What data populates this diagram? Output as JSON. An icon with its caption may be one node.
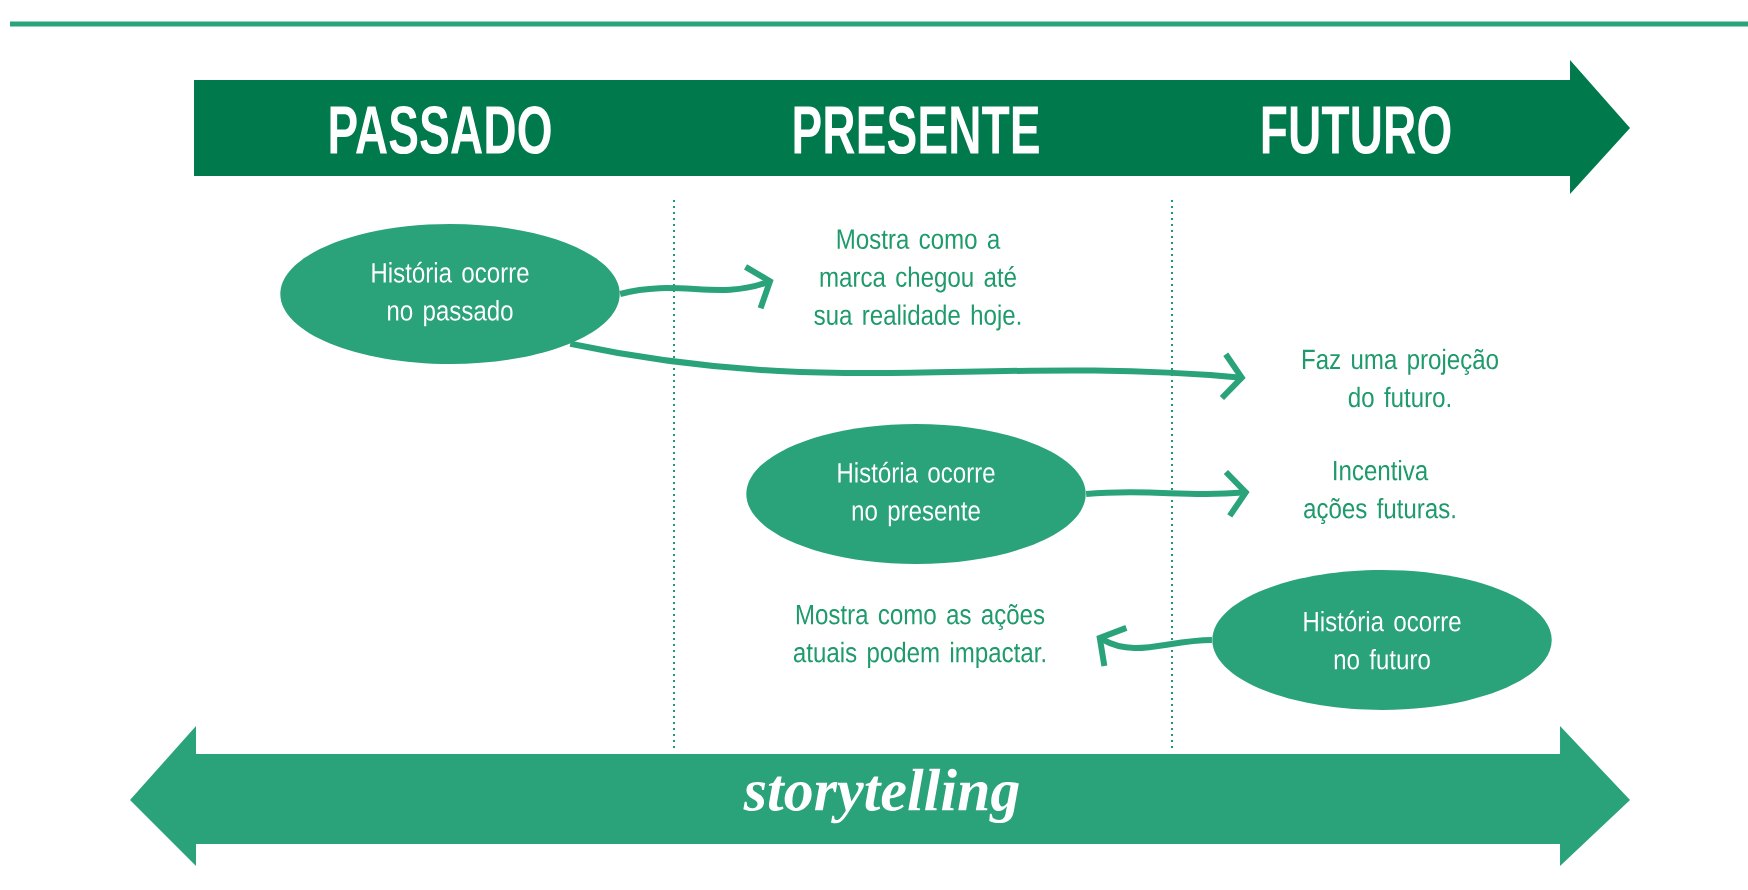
{
  "diagram": {
    "nodes": [
      {
        "text": [
          "PASSADO",
          "PRESENTE",
          "FUTURO"
        ]
      },
      {
        "text": [
          "História ocorre no passado"
        ]
      },
      {
        "text": [
          "Mostra como a marca chegou até sua realidade hoje."
        ]
      },
      {
        "text": [
          "Faz uma projeção do futuro."
        ]
      },
      {
        "text": [
          "História ocorre no presente"
        ]
      },
      {
        "text": [
          "Incentiva ações futuras."
        ]
      },
      {
        "text": [
          "Mostra como as ações atuais podem impactar."
        ]
      },
      {
        "text": [
          "História ocorre no futuro"
        ]
      },
      {
        "text": [
          "storytelling"
        ]
      }
    ],
    "edges": [
      {
        "from": 1,
        "to": 2,
        "arrow": "to"
      },
      {
        "from": 1,
        "to": 3,
        "arrow": "to"
      },
      {
        "from": 4,
        "to": 5,
        "arrow": "to"
      },
      {
        "from": 7,
        "to": 6,
        "arrow": "to"
      }
    ]
  }
}
